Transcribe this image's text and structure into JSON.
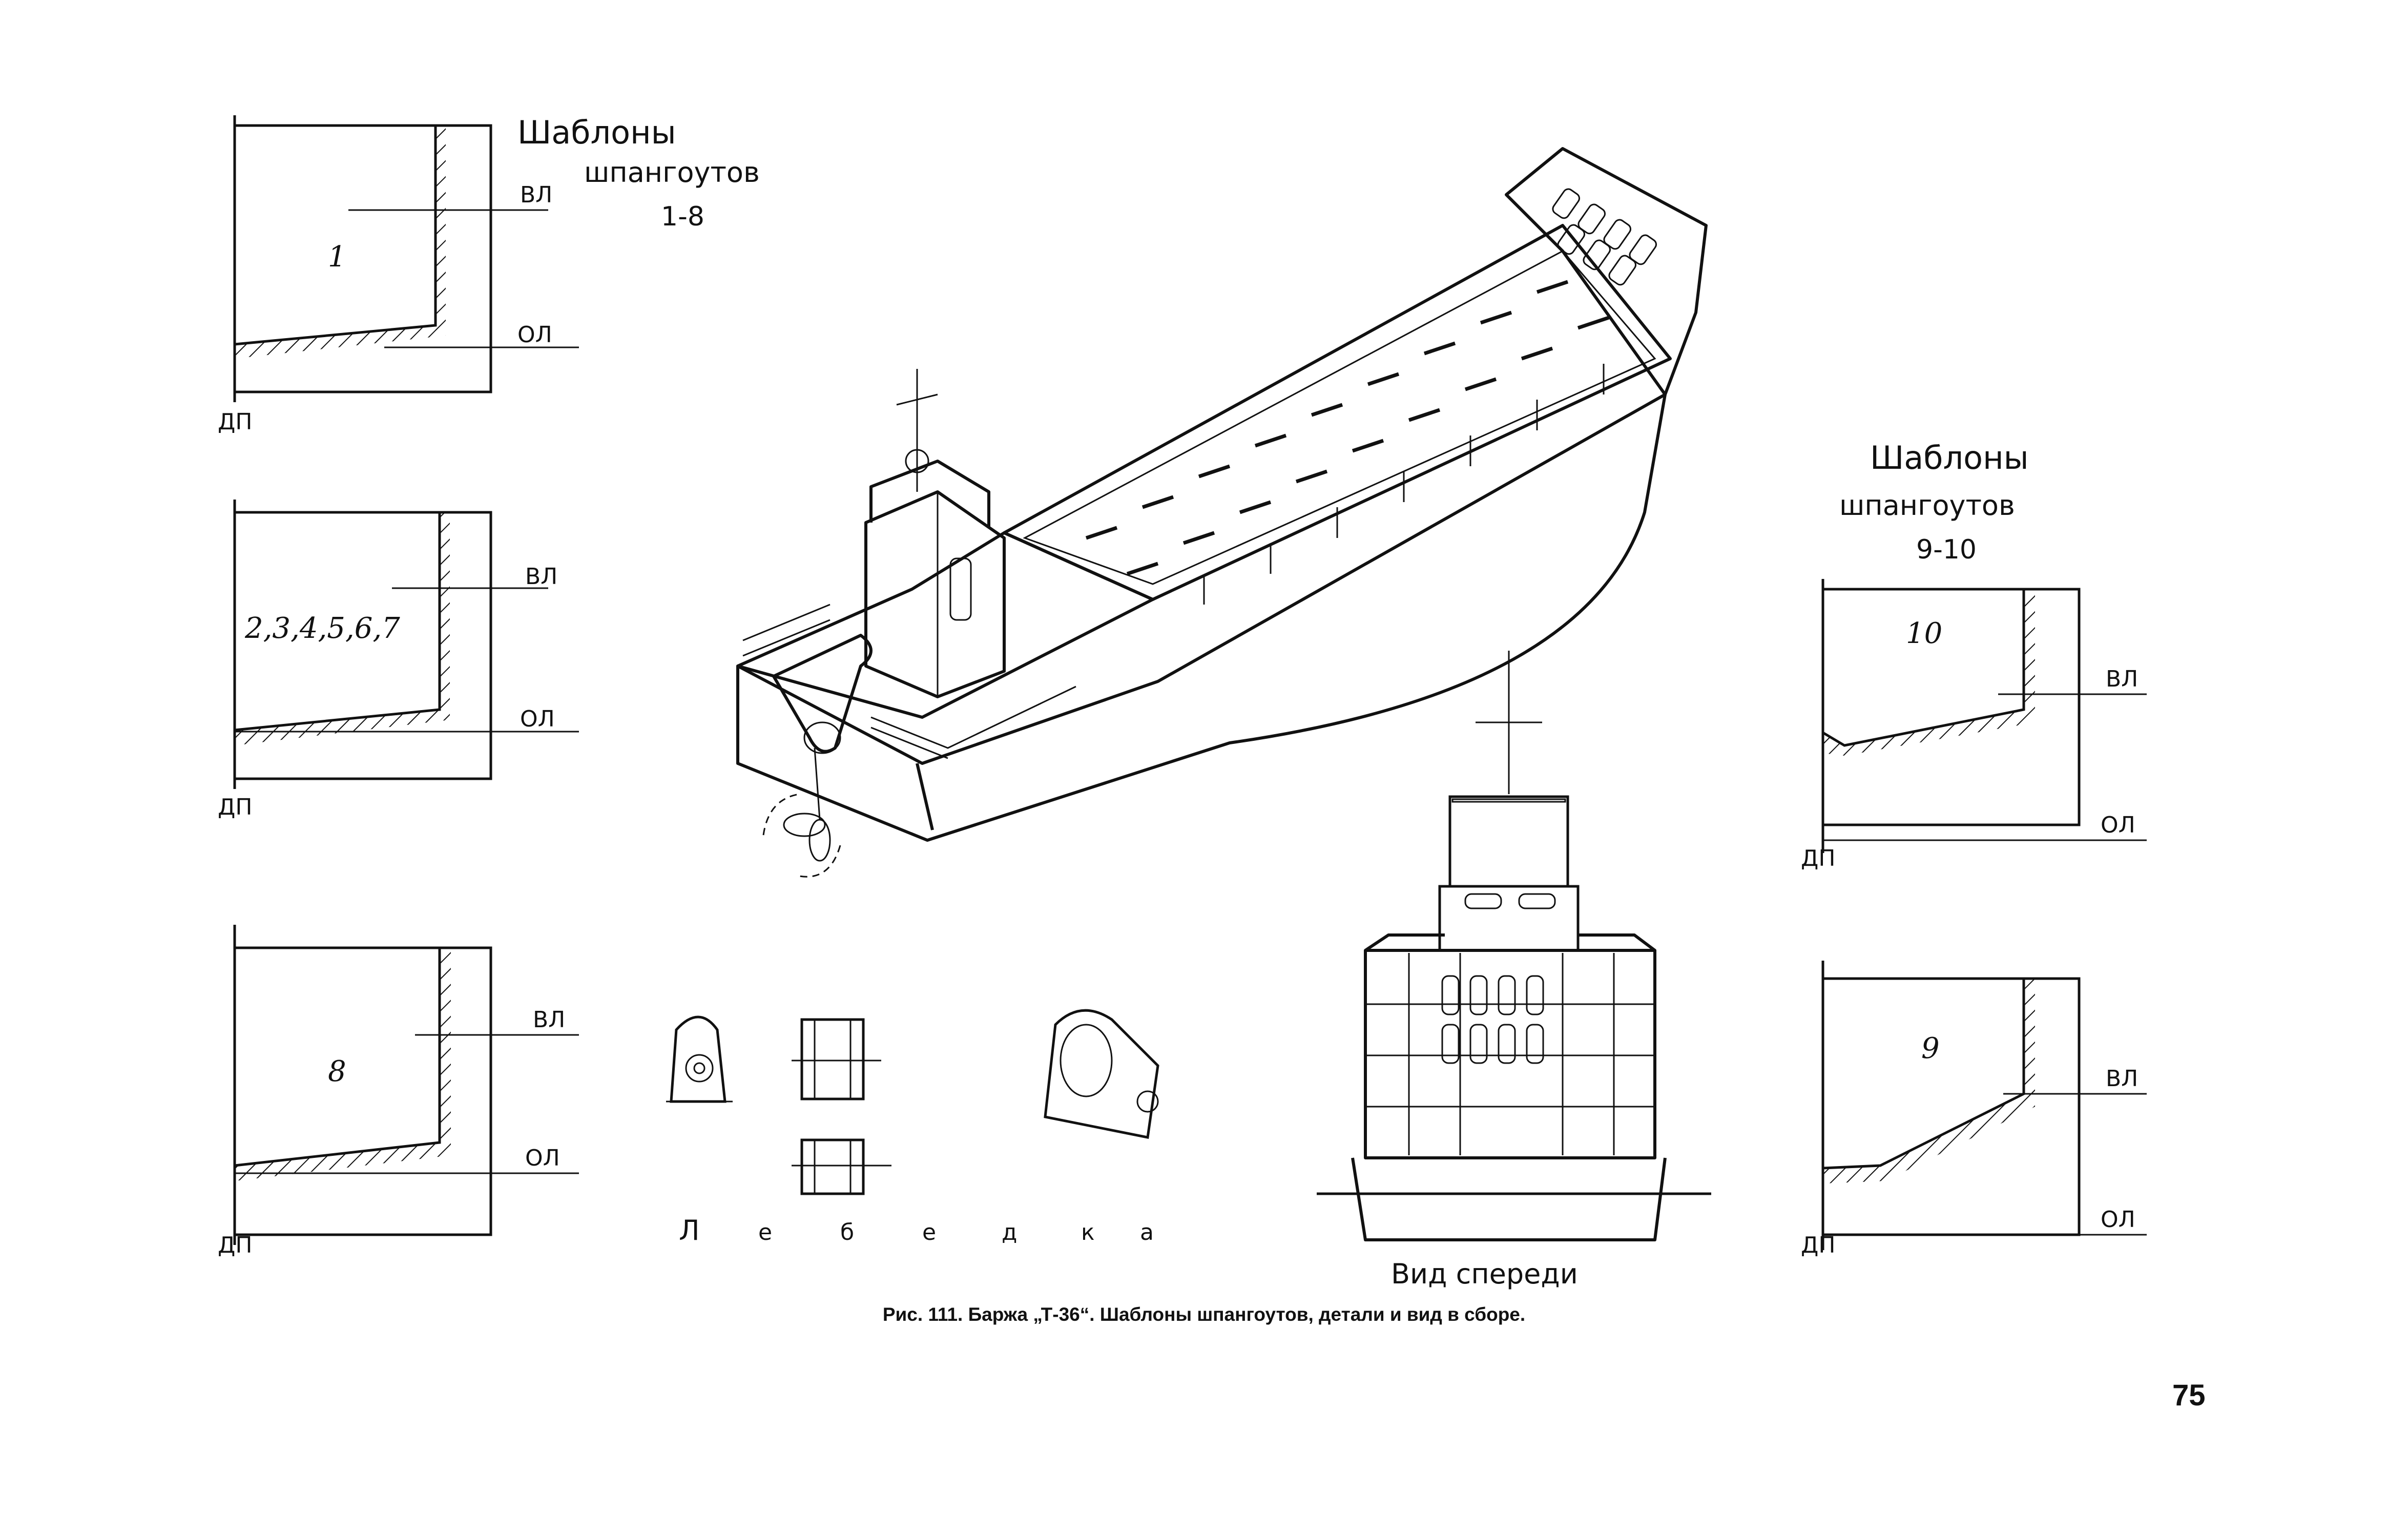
{
  "templates_left": {
    "title_line1": "Шаблоны",
    "title_line2": "шпангоутов",
    "title_line3": "1-8"
  },
  "templates_right": {
    "title_line1": "Шаблоны",
    "title_line2": "шпангоутов",
    "title_line3": "9-10"
  },
  "frames": [
    {
      "number": "1",
      "vl": "ВЛ",
      "ol": "ОЛ",
      "dp": "ДП"
    },
    {
      "number": "2,3,4,5,6,7",
      "vl": "ВЛ",
      "ol": "ОЛ",
      "dp": "ДП"
    },
    {
      "number": "8",
      "vl": "ВЛ",
      "ol": "ОЛ",
      "dp": "ДП"
    },
    {
      "number": "10",
      "vl": "ВЛ",
      "ol": "ОЛ",
      "dp": "ДП"
    },
    {
      "number": "9",
      "vl": "ВЛ",
      "ol": "ОЛ",
      "dp": "ДП"
    }
  ],
  "winch_label": [
    "Л",
    "е",
    "б",
    "е",
    "д",
    "к",
    "а"
  ],
  "front_view_label": "Вид спереди",
  "caption": "Рис. 111. Баржа „Т-36“. Шаблоны шпангоутов, детали и вид в сборе.",
  "page_number": "75"
}
